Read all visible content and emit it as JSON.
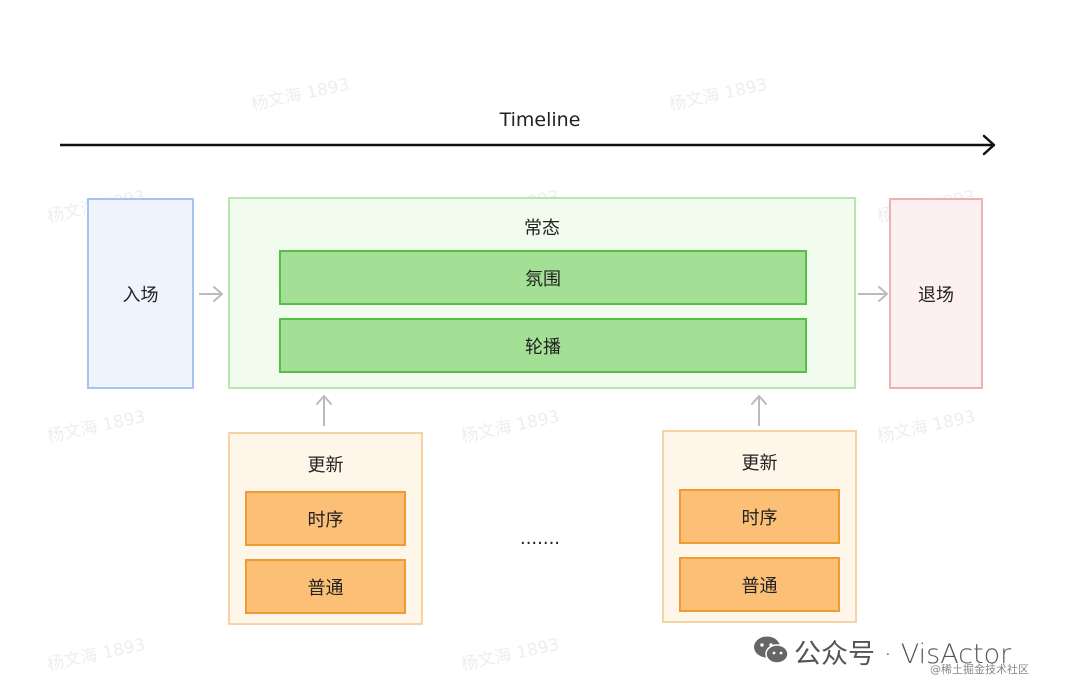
{
  "timeline": {
    "label": "Timeline"
  },
  "stages": {
    "enter": "入场",
    "steady": {
      "title": "常态",
      "atmosphere": "氛围",
      "carousel": "轮播"
    },
    "exit": "退场"
  },
  "updates": [
    {
      "title": "更新",
      "items": [
        "时序",
        "普通"
      ]
    },
    {
      "title": "更新",
      "items": [
        "时序",
        "普通"
      ]
    }
  ],
  "ellipsis": ".......",
  "footer": {
    "brand": "公众号 · VisActor",
    "icon": "wechat-icon",
    "community": "@稀土掘金技术社区"
  },
  "watermark": "杨文海 1893",
  "colors": {
    "enter_border": "#a8c4ee",
    "steady_border": "#b9e6ad",
    "green_fill": "#a3e096",
    "exit_border": "#eeb1b1",
    "orange_fill": "#fbbf76",
    "arrow": "#bbbbbb"
  }
}
